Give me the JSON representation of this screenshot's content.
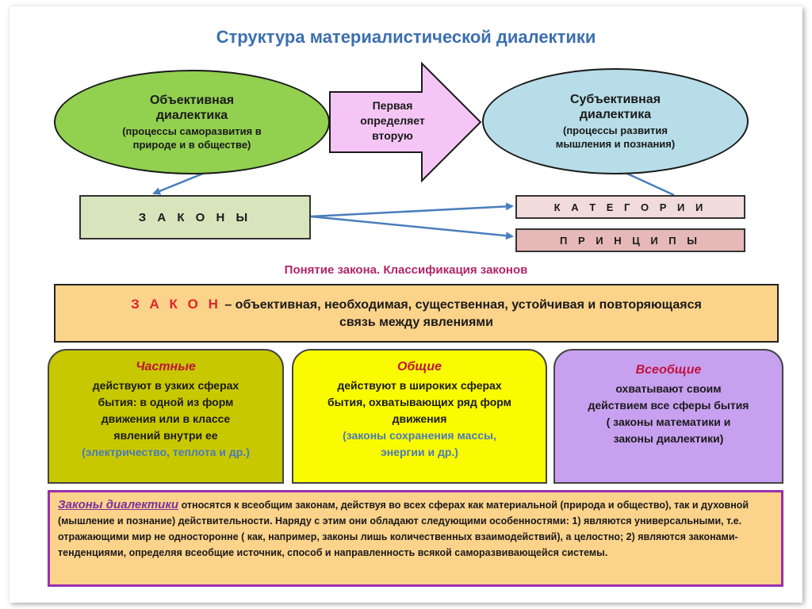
{
  "title": "Структура материалистической диалектики",
  "objective": {
    "name_line1": "Объективная",
    "name_line2": "диалектика",
    "desc_line1": "(процессы саморазвития в",
    "desc_line2": "природе и в обществе)"
  },
  "relation": {
    "line1": "Первая",
    "line2": "определяет",
    "line3": "вторую"
  },
  "subjective": {
    "name_line1": "Субъективная",
    "name_line2": "диалектика",
    "desc_line1": "(процессы развития",
    "desc_line2": "мышления и познания)"
  },
  "boxes": {
    "laws": "З А К О Н Ы",
    "categories": "К А Т Е Г О Р И И",
    "principles": "П Р И Н Ц И П Ы"
  },
  "subtitle": "Понятие закона. Классификация законов",
  "definition": {
    "word": "З А К О Н",
    "text_line1": " – объективная, необходимая, существенная, устойчивая и повторяющаяся",
    "text_line2": "связь между явлениями"
  },
  "classes": [
    {
      "name": "Частные",
      "lines": [
        "действуют в узких сферах",
        "бытия: в одной из форм",
        "движения или  в классе",
        "явлений внутри ее"
      ],
      "examples": "(электричество, теплота и др.)",
      "color": "#c8c800"
    },
    {
      "name": "Общие",
      "lines": [
        "действуют в широких сферах",
        "бытия, охватывающих ряд форм",
        "движения"
      ],
      "examples_line1": "(законы сохранения массы,",
      "examples_line2": "энергии и др.)",
      "color": "#fafa00"
    },
    {
      "name": "Всеобщие",
      "lines": [
        "охватывают своим",
        "действием все сферы бытия",
        "( законы математики и",
        "законы диалектики)"
      ],
      "color": "#c8a0f0"
    }
  ],
  "note": {
    "lead": "Законы диалектики",
    "text": " относятся к  всеобщим законам,  действуя во всех сферах  как  материальной  (природа и общество), так и духовной (мышление и познание) действительности. Наряду с этим они обладают следующими особенностями:  1) являются универсальными, т.е. отражающими мир не односторонне ( как, например, законы лишь количественных взаимодействий),  а  целостно;  2) являются законами-тенденциями, определяя всеобщие источник, способ и направленность всякой саморазвивающейся системы."
  },
  "colors": {
    "title": "#3c6fb0",
    "objective_fill": "#92d050",
    "subjective_fill": "#b6dde8",
    "arrow_fill": "#f5c6f5",
    "connector": "#4a7ebb",
    "definition_fill": "#fcd38a",
    "note_border": "#9b2fae"
  }
}
